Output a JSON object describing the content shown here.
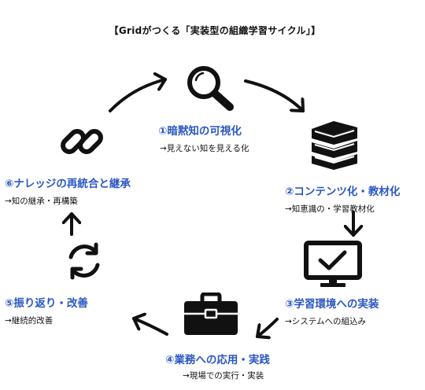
{
  "title": "【Gridがつくる「実装型の組織学習サイクル」】",
  "steps": [
    {
      "heading": "①暗黙知の可視化",
      "desc": "→見えない知を見える化",
      "icon": "magnifier-icon"
    },
    {
      "heading": "②コンテンツ化・教材化",
      "desc": "→知恵識の・学習教材化",
      "icon": "book-stack-icon"
    },
    {
      "heading": "③学習環境への実装",
      "desc": "→システムへの組込み",
      "icon": "monitor-check-icon"
    },
    {
      "heading": "④業務への応用・実践",
      "desc": "→現場での実行・実装",
      "icon": "briefcase-icon"
    },
    {
      "heading": "⑤振り返り・改善",
      "desc": "→継続的改善",
      "icon": "refresh-icon"
    },
    {
      "heading": "⑥ナレッジの再統合と継承",
      "desc": "→知の継承・再構築",
      "icon": "chain-link-icon"
    }
  ],
  "colors": {
    "heading": "#2a57c2",
    "icon": "#111111"
  }
}
